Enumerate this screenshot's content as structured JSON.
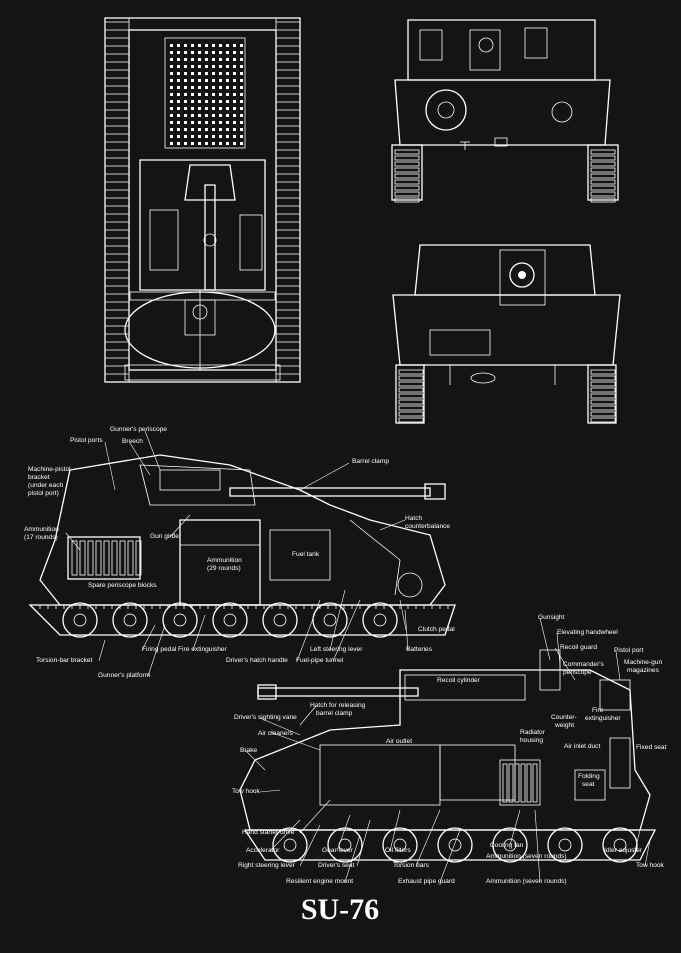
{
  "title": "SU-76",
  "upper_labels": {
    "gunners_periscope": "Gunner's periscope",
    "pistol_ports": "Pistol ports",
    "breech": "Breech",
    "machine_pistol_bracket_1": "Machine-pistol",
    "machine_pistol_bracket_2": "bracket",
    "machine_pistol_bracket_3": "(under each",
    "machine_pistol_bracket_4": "pistol port)",
    "barrel_clamp": "Barrel clamp",
    "hatch_counterbalance_1": "Hatch",
    "hatch_counterbalance_2": "counterbalance",
    "ammunition_17_1": "Ammunition",
    "ammunition_17_2": "(17 rounds)",
    "gun_girder": "Gun girder",
    "ammunition_29_1": "Ammunition",
    "ammunition_29_2": "(29 rounds)",
    "fuel_tank": "Fuel tank",
    "spare_periscope_blocks": "Spare periscope blocks",
    "clutch_pedal": "Clutch pedal",
    "batteries": "Batteries",
    "firing_pedal": "Firing pedal",
    "fire_extinguisher": "Fire extinguisher",
    "left_steering_lever": "Left steering lever",
    "torsion_bar_bracket": "Torsion-bar bracket",
    "drivers_hatch_handle": "Driver's hatch handle",
    "fuel_pipe_tunnel": "Fuel-pipe tunnel",
    "gunners_platform": "Gunner's platform"
  },
  "lower_labels": {
    "gunsight": "Gunsight",
    "elevating_handwheel": "Elevating handwheel",
    "recoil_guard": "Recoil guard",
    "pistol_port": "Pistol port",
    "commanders_periscope_1": "Commander's",
    "commanders_periscope_2": "periscope",
    "machine_gun_magazines_1": "Machine-gun",
    "machine_gun_magazines_2": "magazines",
    "recoil_cylinder": "Recoil cylinder",
    "hatch_for_releasing_1": "Hatch for releasing",
    "hatch_for_releasing_2": "barrel clamp",
    "drivers_sighting_vane": "Driver's sighting vane",
    "counter_weight_1": "Counter-",
    "counter_weight_2": "weight",
    "fire_extinguisher_1": "Fire",
    "fire_extinguisher_2": "extinguisher",
    "air_cleaners": "Air cleaners",
    "radiator_housing_1": "Radiator",
    "radiator_housing_2": "housing",
    "air_outlet": "Air outlet",
    "air_inlet_duct": "Air inlet duct",
    "brake": "Brake",
    "fixed_seat": "Fixed seat",
    "folding_seat_1": "Folding",
    "folding_seat_2": "seat",
    "tow_hook_left": "Tow hook",
    "hand_starter_drive": "Hand starter drive",
    "cooling_fan": "Cooling fan",
    "accelerator": "Accelerator",
    "gear_lever": "Gear lever",
    "oil_filters": "Oil filters",
    "ammunition_seven_1": "Ammunition (seven rounds)",
    "idler_adjuster": "Idler adjuster",
    "right_steering_lever": "Right steering lever",
    "drivers_seat": "Driver's seat",
    "torsion_bars": "Torsion bars",
    "tow_hook_right": "Tow hook",
    "resilient_engine_mount": "Resilient engine mount",
    "exhaust_pipe_guard": "Exhaust pipe guard",
    "ammunition_seven_2": "Ammunition (seven rounds)"
  }
}
